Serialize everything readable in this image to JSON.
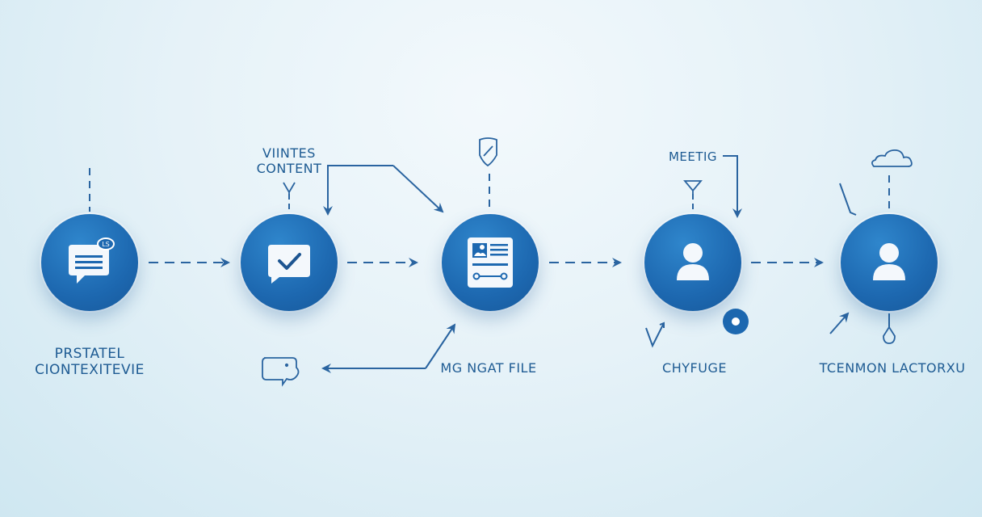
{
  "diagram": {
    "type": "flowchart",
    "direction": "left-to-right",
    "colors": {
      "background_top": "#eef7fb",
      "background_bottom": "#cfe7f1",
      "node_fill": "#1d68b0",
      "line": "#2a64a0",
      "text": "#1e5b93"
    },
    "nodes": [
      {
        "id": "n1",
        "icon": "chat-message-icon",
        "badge": "LS",
        "label_lines": [
          "PRSTATEL",
          "CIONTEXITEVIE"
        ]
      },
      {
        "id": "n2",
        "icon": "chat-check-icon",
        "top_label_lines": [
          "VIINTES",
          "CONTENT"
        ]
      },
      {
        "id": "n3",
        "icon": "document-card-icon",
        "top_icon": "shield-icon",
        "label": "MG NGAT FILE"
      },
      {
        "id": "n4",
        "icon": "user-icon",
        "top_label": "MEETIG",
        "label": "CHYFUGE"
      },
      {
        "id": "n5",
        "icon": "user-icon",
        "top_icon": "cloud-icon",
        "label": "TCENMON LACTORXU"
      }
    ],
    "edges": [
      {
        "from": "n1",
        "to": "n2",
        "style": "dashed-arrow"
      },
      {
        "from": "n2",
        "to": "n3",
        "style": "dashed-arrow"
      },
      {
        "from": "n3",
        "to": "n4",
        "style": "dashed-arrow"
      },
      {
        "from": "n4",
        "to": "n5",
        "style": "dashed-arrow"
      },
      {
        "from": "n3",
        "to": "chat-icon",
        "style": "solid-arrow-back"
      },
      {
        "from": "elbow",
        "to": "n2",
        "style": "solid-elbow-arrow"
      },
      {
        "from": "elbow",
        "to": "n3",
        "style": "solid-diagonal-arrow"
      }
    ]
  }
}
